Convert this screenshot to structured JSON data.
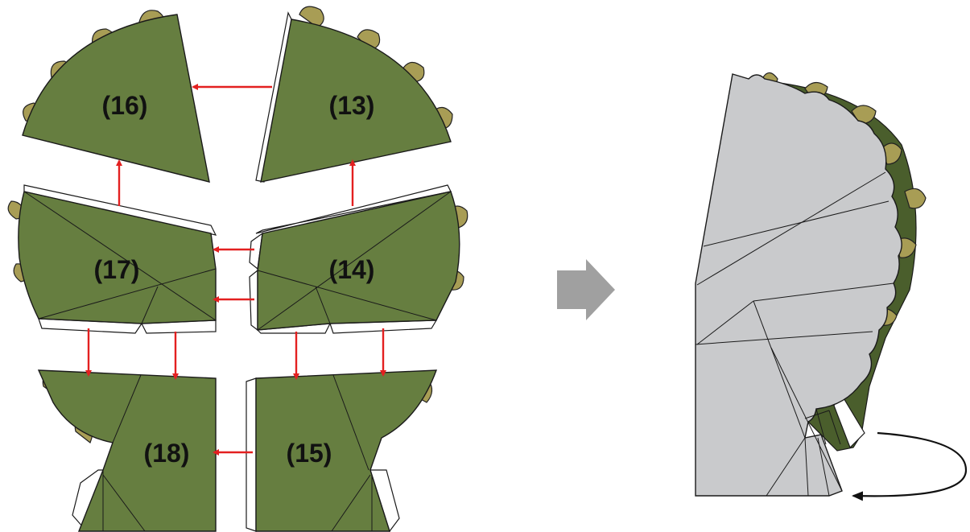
{
  "pieces": [
    {
      "id": "p16",
      "label": "(16)"
    },
    {
      "id": "p13",
      "label": "(13)"
    },
    {
      "id": "p17",
      "label": "(17)"
    },
    {
      "id": "p14",
      "label": "(14)"
    },
    {
      "id": "p18",
      "label": "(18)"
    },
    {
      "id": "p15",
      "label": "(15)"
    }
  ],
  "colors": {
    "paper_green": "#667e40",
    "paper_dark_green": "#4a5e2c",
    "spike": "#a89d55",
    "assembled_grey": "#c9cacc",
    "arrow_red": "#e32020",
    "direction_arrow": "#a0a0a0",
    "tab_white": "#ffffff",
    "outline": "#1a1a1a"
  },
  "icons": {
    "process_arrow": "right-arrow-icon",
    "rotate_arrow": "rotate-around-arrow-icon"
  }
}
